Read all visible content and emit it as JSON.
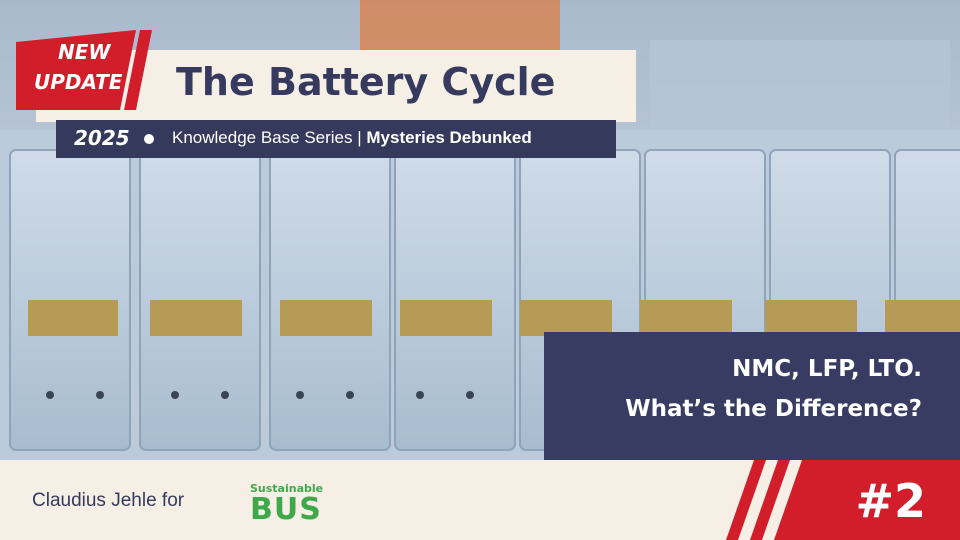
{
  "badge": {
    "line1": "NEW",
    "line2": "UPDATE"
  },
  "title": "The Battery Cycle",
  "subtitle": {
    "year": "2025",
    "series_prefix": "Knowledge Base Series | ",
    "series_bold": "Mysteries Debunked"
  },
  "question": {
    "line1": "NMC, LFP, LTO.",
    "line2": "What’s the Difference?"
  },
  "footer": {
    "author": "Claudius Jehle for"
  },
  "logo": {
    "top": "Sustainable",
    "bottom": "BUS"
  },
  "episode": "#2",
  "colors": {
    "navy": "#363a5e",
    "red": "#d21e2b",
    "cream": "#f6efe6",
    "green": "#3fa84a"
  }
}
